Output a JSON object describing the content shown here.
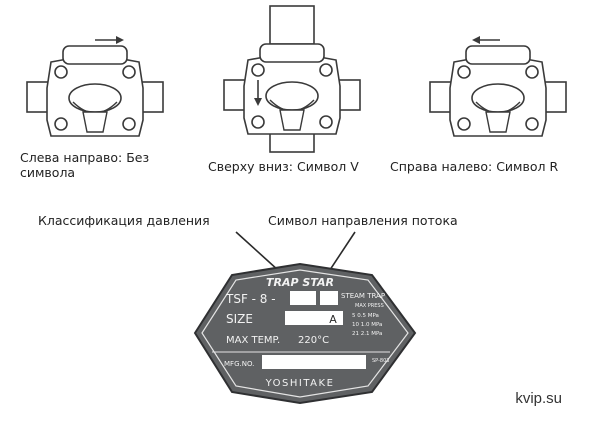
{
  "captions": {
    "left_to_right": "Слева направо: Без символа",
    "top_to_bottom": "Сверху вниз: Символ V",
    "right_to_left": "Справа налево: Символ R"
  },
  "labels": {
    "pressure_class": "Классификация давления",
    "flow_symbol": "Символ направления потока"
  },
  "nameplate": {
    "brand": "TRAP STAR",
    "model_prefix": "TSF - 8 -",
    "steam_trap": "STEAM TRAP",
    "max_press": "MAX PRESS",
    "size_label": "SIZE",
    "size_unit": "A",
    "max_temp_label": "MAX TEMP.",
    "max_temp_value": "220°C",
    "press_rows": [
      "5  0.5  MPa",
      "10  1.0  MPa",
      "21  2.1  MPa"
    ],
    "mfg_label": "MFG.NO.",
    "part_code": "SP-803",
    "maker": "YOSHITAKE"
  },
  "watermark": "kvip.su",
  "colors": {
    "ink": "#3a3a3a",
    "plate": "#5f6163",
    "plate_text": "#f2f2f2"
  }
}
